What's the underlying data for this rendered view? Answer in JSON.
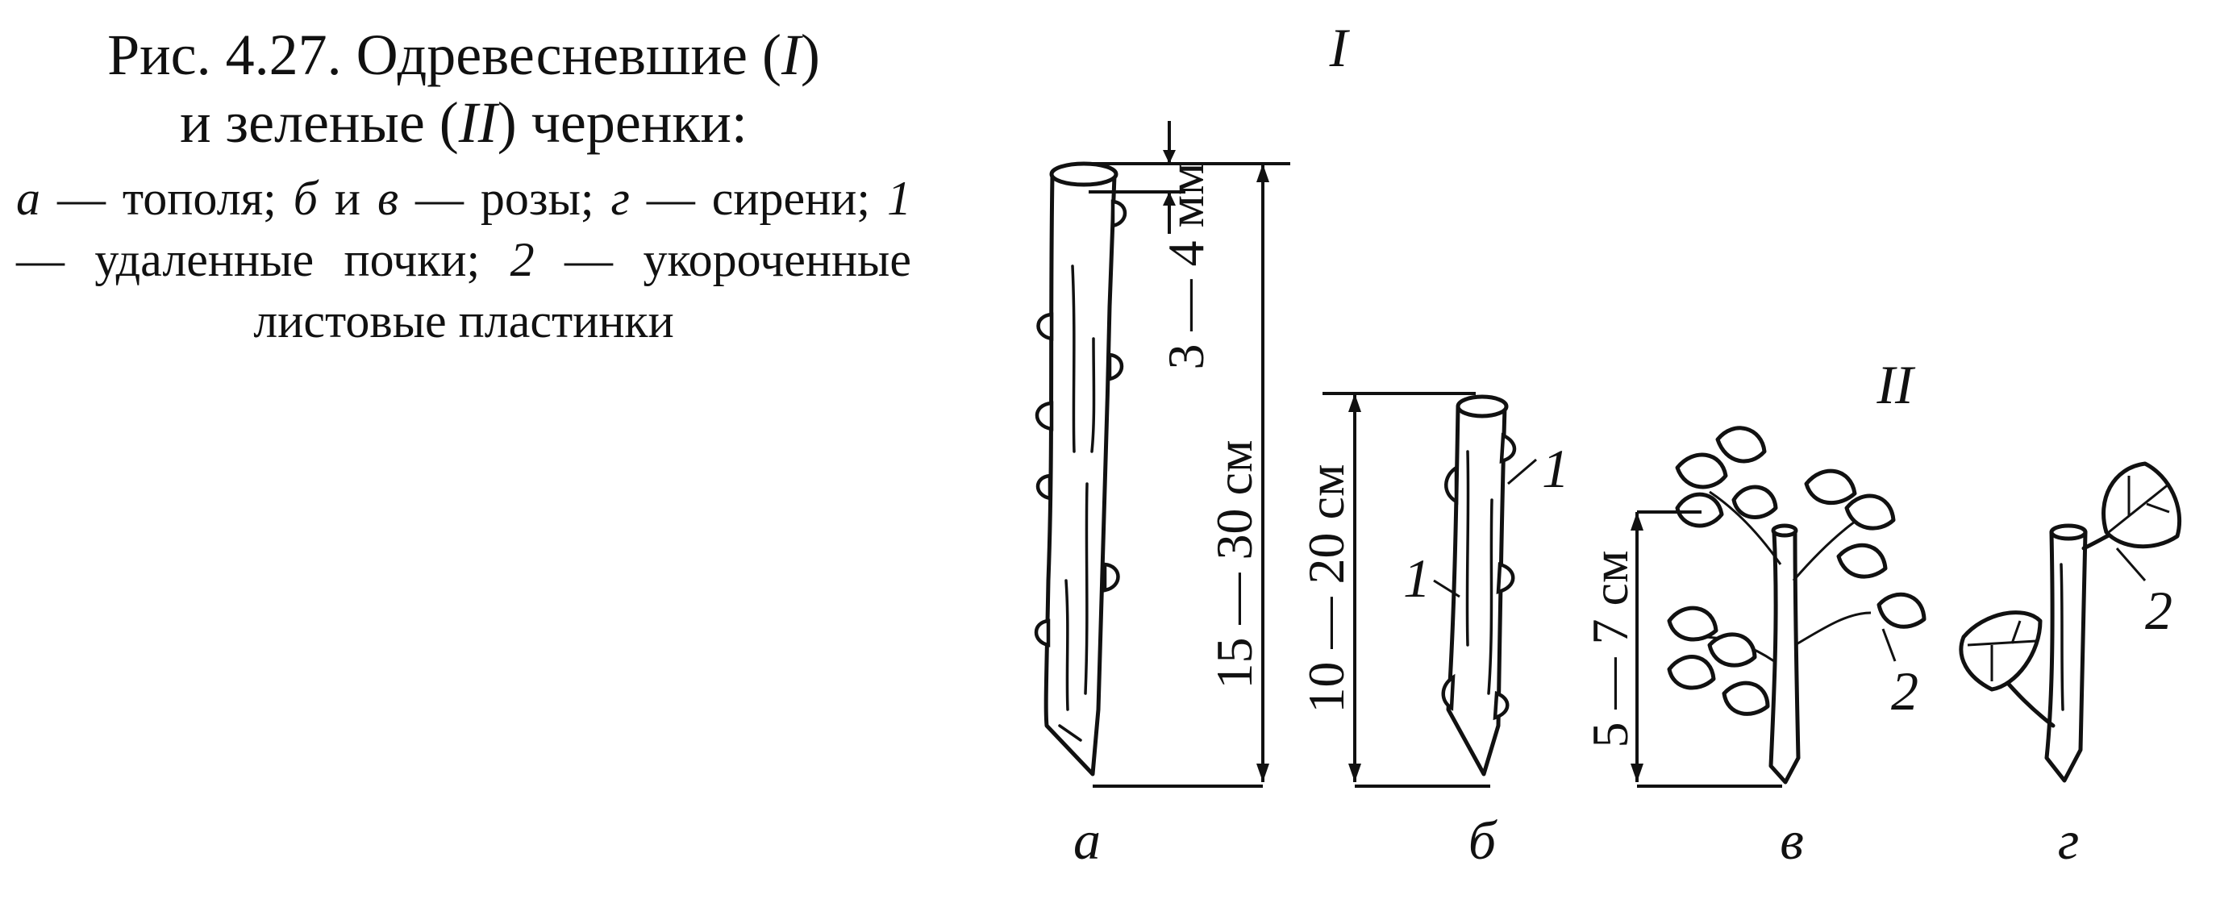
{
  "caption": {
    "title_line1": "Рис. 4.27. Одревесневшие (",
    "title_roman1": "I",
    "title_line1_end": ")",
    "title_line2a": "и зеленые (",
    "title_roman2": "II",
    "title_line2b": ") черенки:",
    "legend": [
      {
        "key": "а",
        "text": " — тополя; "
      },
      {
        "key": "б",
        "text": " и "
      },
      {
        "key": "в",
        "text": " — розы; "
      },
      {
        "key": "г",
        "text": " — сирени; "
      },
      {
        "key": "1",
        "text": " — удаленные почки; "
      },
      {
        "key": "2",
        "text": " — укороченные листовые пластинки"
      }
    ]
  },
  "figure": {
    "group_woody": "I",
    "group_green": "II",
    "labels": {
      "a": "а",
      "b": "б",
      "v": "в",
      "g": "г"
    },
    "callouts": {
      "removed_buds": "1",
      "shortened_leaves": "2"
    },
    "dimensions": {
      "top_gap": "3 — 4 мм",
      "poplar_length": "15 — 30 см",
      "rose_woody_length": "10 — 20 см",
      "rose_green_length": "5 — 7 см"
    }
  }
}
